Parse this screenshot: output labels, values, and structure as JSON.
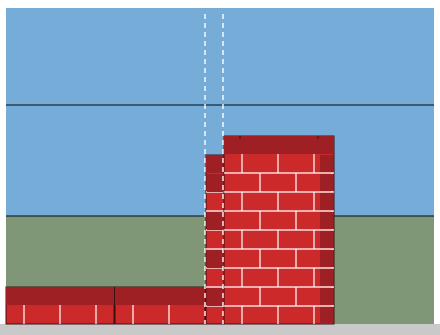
{
  "game": {
    "scene": "brick-wall-building",
    "structures": [
      {
        "id": "low-wall",
        "rows": 2,
        "segments": 2
      },
      {
        "id": "narrow-column",
        "rows": 8,
        "segments": 1
      },
      {
        "id": "tall-tower",
        "rows": 9,
        "segments": 1
      }
    ],
    "guide_lines": 2
  },
  "colors": {
    "sky": "#76acd8",
    "ground": "#7f9776",
    "floor": "#c9c9c9",
    "brick": "#cc2a2a",
    "brick_dark": "#9e1f24",
    "mortar": "#ffffff",
    "outline": "#3a1010",
    "guide": "#ffffff"
  }
}
